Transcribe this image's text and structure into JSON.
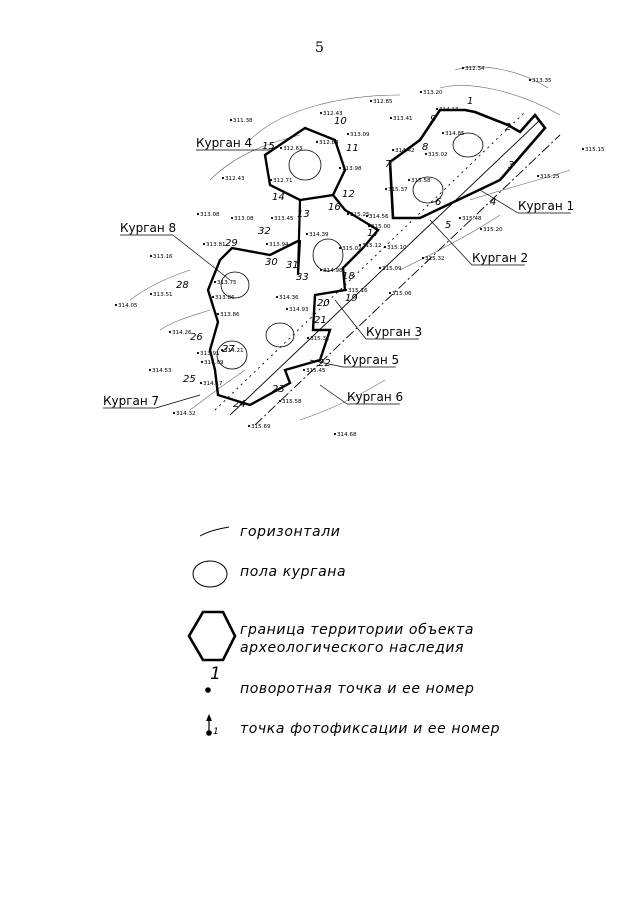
{
  "page": {
    "number": "5"
  },
  "map": {
    "kurgans": [
      {
        "id": "k1",
        "label": "Курган 1"
      },
      {
        "id": "k2",
        "label": "Курган 2"
      },
      {
        "id": "k3",
        "label": "Курган 3"
      },
      {
        "id": "k4",
        "label": "Курган 4"
      },
      {
        "id": "k5",
        "label": "Курган 5"
      },
      {
        "id": "k6",
        "label": "Курган 6"
      },
      {
        "id": "k7",
        "label": "Курган 7"
      },
      {
        "id": "k8",
        "label": "Курган 8"
      }
    ],
    "turning_point_numbers": [
      "1",
      "2",
      "3",
      "4",
      "5",
      "6",
      "7",
      "8",
      "9",
      "10",
      "11",
      "12",
      "13",
      "14",
      "15",
      "16",
      "17",
      "18",
      "19",
      "20",
      "21",
      "22",
      "23",
      "24",
      "25",
      "26",
      "27",
      "28",
      "29",
      "30",
      "31",
      "32",
      "33"
    ],
    "elevations": [
      "312.34",
      "313.35",
      "313.20",
      "312.85",
      "312.43",
      "311.38",
      "313.09",
      "314.13",
      "313.41",
      "314.85",
      "315.15",
      "315.25",
      "315.20",
      "315.48",
      "315.32",
      "315.06",
      "315.09",
      "315.10",
      "315.00",
      "315.02",
      "315.12",
      "315.16",
      "314.98",
      "314.56",
      "315.25",
      "314.42",
      "315.37",
      "315.58",
      "315.02",
      "312.84",
      "312.63",
      "312.71",
      "313.98",
      "312.43",
      "313.08",
      "313.08",
      "313.45",
      "314.39",
      "313.16",
      "313.81",
      "313.86",
      "313.94",
      "313.51",
      "314.05",
      "314.26",
      "314.53",
      "314.32",
      "314.09",
      "313.91",
      "314.21",
      "314.17",
      "314.68",
      "315.69",
      "315.58",
      "315.45",
      "315.31",
      "314.93",
      "314.36",
      "313.75",
      "313.86"
    ],
    "colors": {
      "ink": "#000000",
      "faint": "#555555"
    }
  },
  "legend": {
    "items": [
      {
        "symbol": "contour-line",
        "label": "горизонтали"
      },
      {
        "symbol": "kurgan-floor-ellipse",
        "label": "пола кургана"
      },
      {
        "symbol": "boundary-hexagon",
        "label": "граница территории объекта",
        "label2": "археологического наследия"
      },
      {
        "symbol": "turning-point",
        "number": "1",
        "label": "поворотная точка и ее номер"
      },
      {
        "symbol": "photo-point",
        "number": "1",
        "label": "точка фотофиксации и ее номер"
      }
    ]
  }
}
